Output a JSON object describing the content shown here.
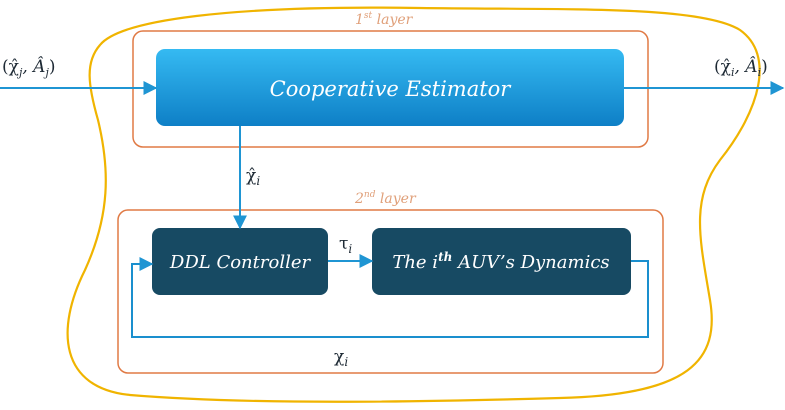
{
  "colors": {
    "outline_yellow": "#f0b400",
    "layer_orange": "#e07a45",
    "layer_label": "#e0a07a",
    "estimator_fill_top": "#2bb2ef",
    "estimator_fill_bottom": "#0f82c9",
    "dark_block": "#174a63",
    "arrow_blue": "#1f95d3",
    "loop_blue": "#1a8fce"
  },
  "layer1": {
    "label_main": "1",
    "label_sup": "st",
    "label_rest": " layer"
  },
  "layer2": {
    "label_main": "2",
    "label_sup": "nd",
    "label_rest": " layer"
  },
  "blocks": {
    "estimator": "Cooperative Estimator",
    "controller": "DDL Controller",
    "dynamics_prefix": "The i",
    "dynamics_sup": "th",
    "dynamics_suffix": " AUV’s Dynamics"
  },
  "signals": {
    "input_left": "(χ̂",
    "input_left_sub": "j",
    "input_mid": ", Â",
    "input_mid_sub": "j",
    "input_right": ")",
    "output_left": "(χ̂",
    "output_left_sub": "i",
    "output_mid": ", Â",
    "output_mid_sub": "i",
    "output_right": ")",
    "estimate": "χ̂",
    "estimate_sub": "i",
    "tau": "τ",
    "tau_sub": "i",
    "feedback": "χ",
    "feedback_sub": "i"
  }
}
